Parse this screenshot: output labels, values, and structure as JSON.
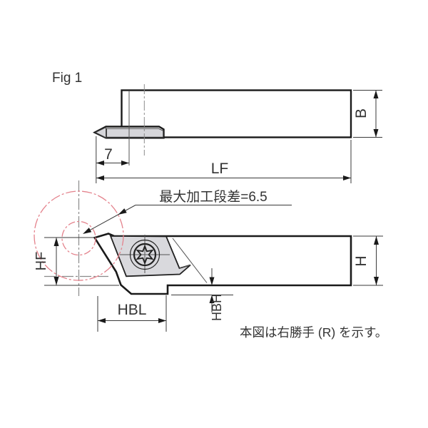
{
  "figure_label": "Fig 1",
  "note": "本図は右勝手 (R) を示す。",
  "callout": "最大加工段差=6.5",
  "dimensions": {
    "top_view": {
      "tip_offset": "7",
      "overall_length": "LF",
      "shank_width": "B"
    },
    "side_view": {
      "head_height": "HF",
      "shank_height": "H",
      "back_length": "HBL",
      "back_height": "HBH"
    }
  },
  "icons": {
    "screw": "torx-screw"
  },
  "colors": {
    "outline": "#1a1a1a",
    "insert_fill": "#d9d9dd",
    "nose_fill": "#d6d6da",
    "workpiece_red": "#e4828c",
    "centerline_gray": "#8a8a8a",
    "text": "#333333"
  }
}
